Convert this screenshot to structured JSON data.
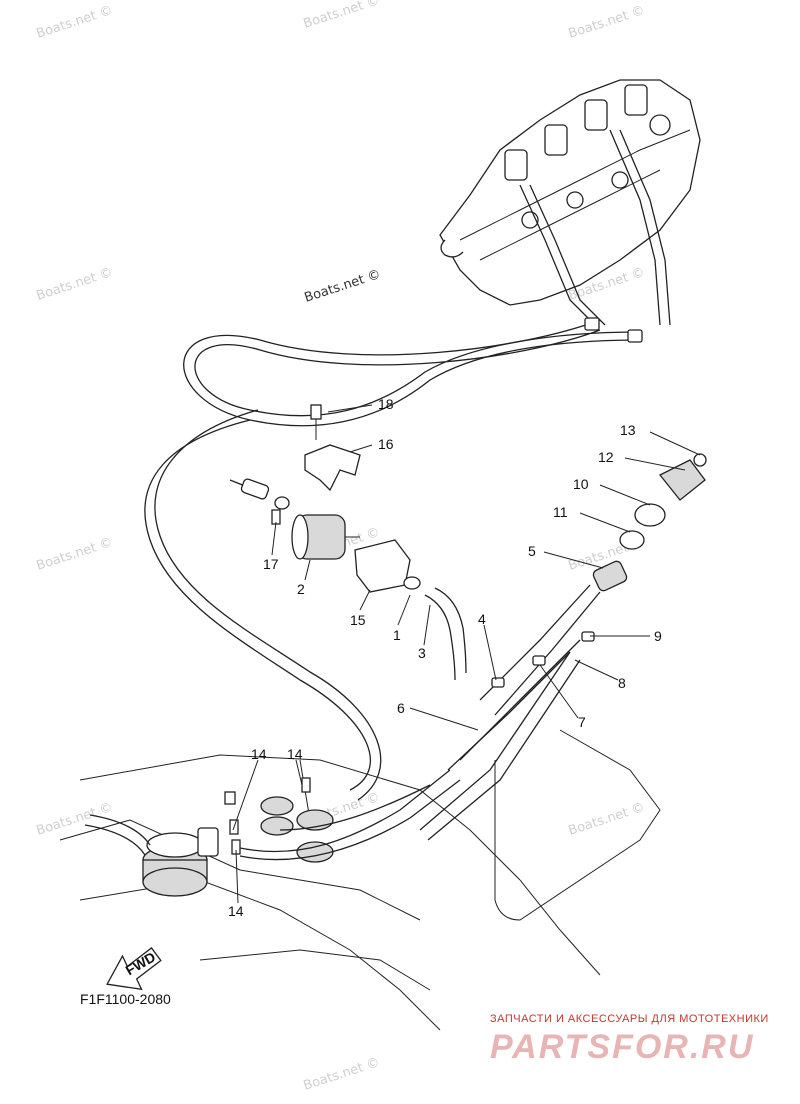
{
  "watermarks": [
    "Boats.net ©",
    "Boats.net ©",
    "Boats.net ©",
    "Boats.net ©",
    "Boats.net ©",
    "Boats.net ©",
    "Boats.net ©",
    "Boats.net ©",
    "Boats.net ©",
    "Boats.net ©",
    "Boats.net ©",
    "Boats.net ©"
  ],
  "center_watermark": "Boats.net ©",
  "callouts": [
    "18",
    "16",
    "13",
    "12",
    "10",
    "11",
    "5",
    "17",
    "2",
    "15",
    "1",
    "3",
    "4",
    "9",
    "8",
    "7",
    "6",
    "14",
    "14",
    "14"
  ],
  "fwd_label": "FWD",
  "diagram_code": "F1F1100-2080",
  "banner": {
    "top_text": "ЗАПЧАСТИ И АКСЕССУАРЫ ДЛЯ МОТОТЕХНИКИ",
    "main_text": "PARTSFOR.RU"
  }
}
